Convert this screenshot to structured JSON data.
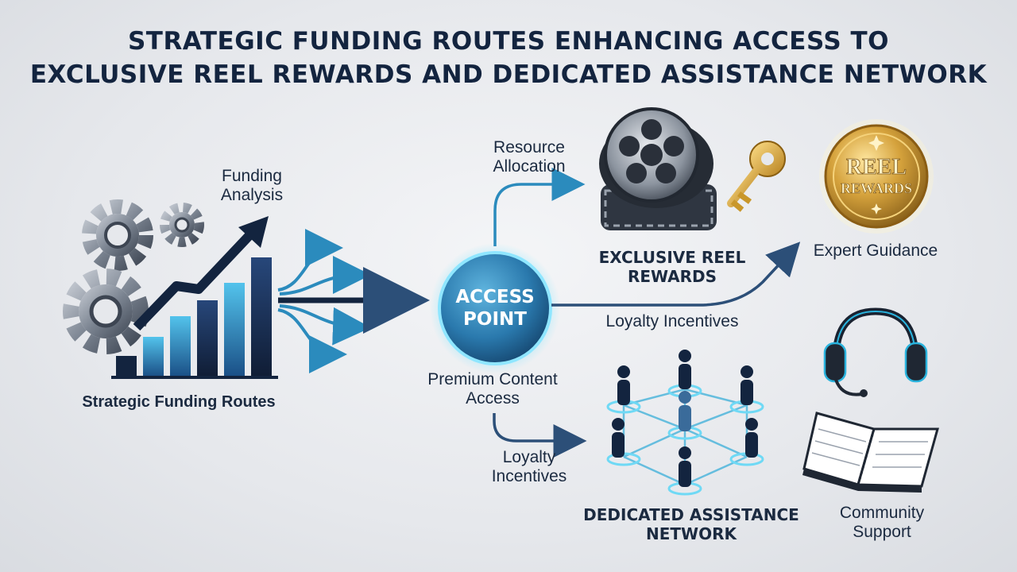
{
  "title_line_1": "STRATEGIC FUNDING ROUTES ENHANCING ACCESS TO",
  "title_line_2": "EXCLUSIVE REEL REWARDS AND DEDICATED ASSISTANCE NETWORK",
  "labels": {
    "funding_analysis": "Funding Analysis",
    "strategic_funding_routes": "Strategic Funding Routes",
    "access_point": "ACCESS POINT",
    "premium_content_access": "Premium Content Access",
    "resource_allocation": "Resource Allocation",
    "exclusive_reel_rewards": "EXCLUSIVE REEL REWARDS",
    "expert_guidance": "Expert Guidance",
    "loyalty_incentives_right": "Loyalty Incentives",
    "loyalty_incentives_left": "Loyalty Incentives",
    "dedicated_assistance_network": "DEDICATED ASSISTANCE NETWORK",
    "community_support": "Community Support",
    "coin_line_1": "REEL",
    "coin_line_2": "REWARDS"
  },
  "colors": {
    "navy": "#13243f",
    "accent_blue": "#2b8bbd",
    "glow_cyan": "#4fd3f0",
    "gold": "#c9972b",
    "steel": "#7c8592"
  },
  "icons": [
    "gear-icon",
    "growth-chart-icon",
    "arrow-fan-icon",
    "film-reel-icon",
    "key-icon",
    "coin-icon",
    "people-network-icon",
    "headset-icon",
    "notebook-icon"
  ]
}
